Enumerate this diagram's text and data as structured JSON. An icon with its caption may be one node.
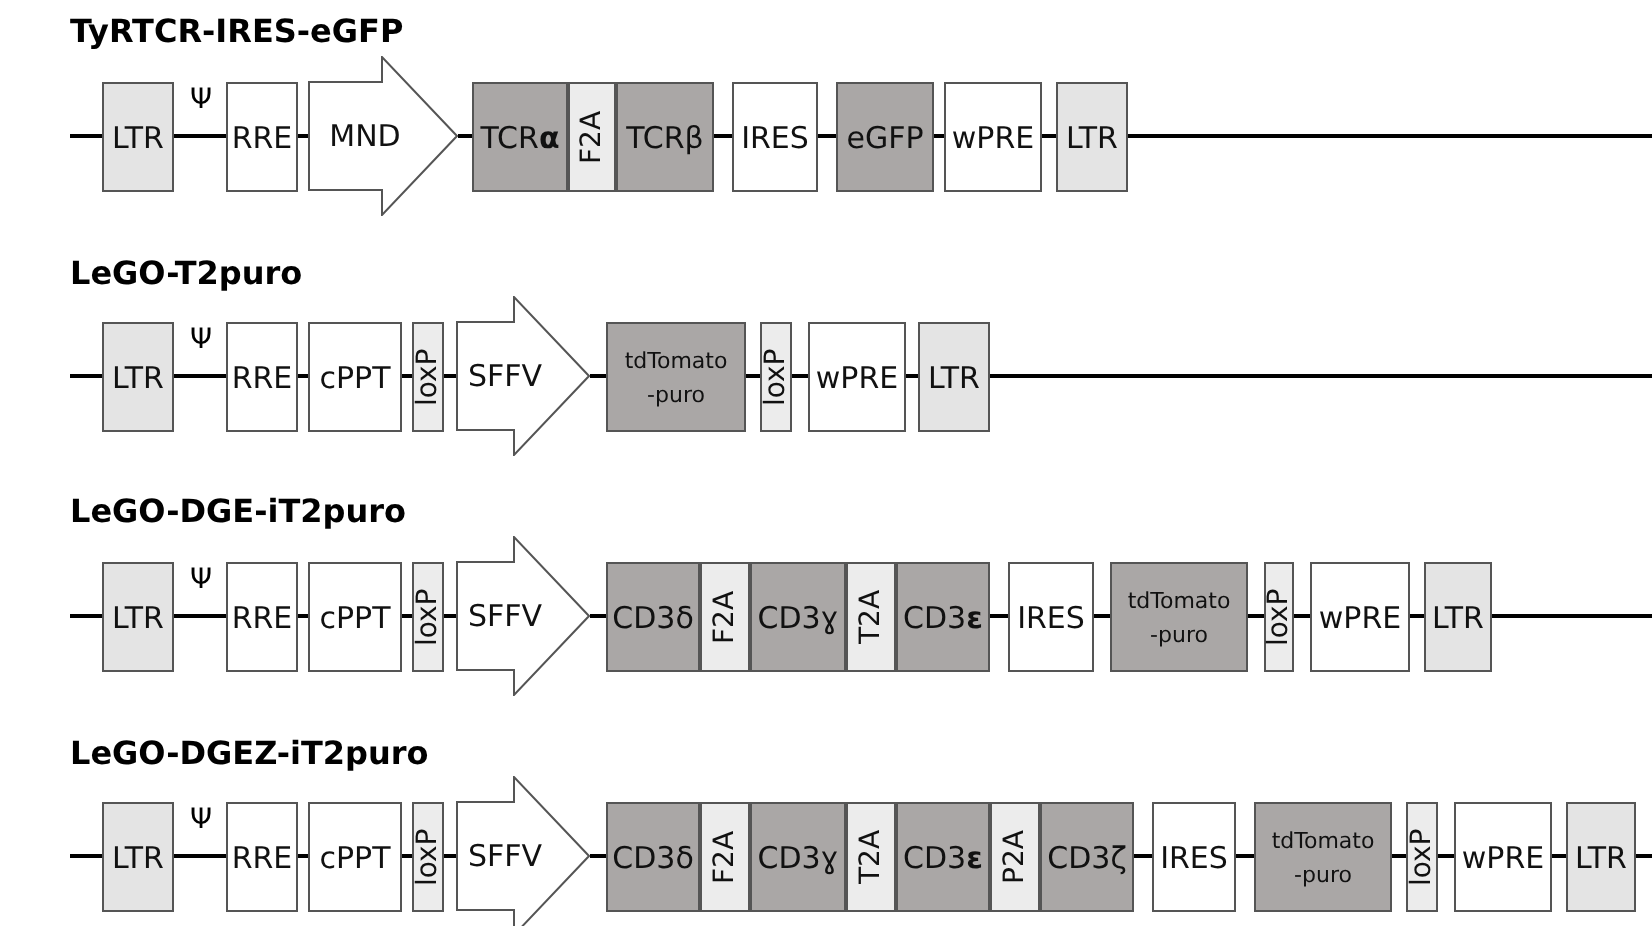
{
  "diagram": {
    "nodes": [
      {
        "text": [
          "LTR"
        ]
      },
      {
        "text": [
          "RRE"
        ]
      },
      {
        "text": [
          "MND"
        ]
      },
      {
        "text": [
          "TCR**α**"
        ]
      },
      {
        "text": [
          "F2A"
        ]
      },
      {
        "text": [
          "TCRβ"
        ]
      },
      {
        "text": [
          "IRES"
        ]
      },
      {
        "text": [
          "eGFP"
        ]
      },
      {
        "text": [
          "wPRE"
        ]
      },
      {
        "text": [
          "LTR"
        ]
      },
      {
        "text": [
          "LTR"
        ]
      },
      {
        "text": [
          "RRE"
        ]
      },
      {
        "text": [
          "cPPT"
        ]
      },
      {
        "text": [
          "loxP"
        ]
      },
      {
        "text": [
          "SFFV"
        ]
      },
      {
        "text": [
          "tdTomato -puro"
        ]
      },
      {
        "text": [
          "loxP"
        ]
      },
      {
        "text": [
          "wPRE"
        ]
      },
      {
        "text": [
          "LTR"
        ]
      },
      {
        "text": [
          "LTR"
        ]
      },
      {
        "text": [
          "RRE"
        ]
      },
      {
        "text": [
          "cPPT"
        ]
      },
      {
        "text": [
          "loxP"
        ]
      },
      {
        "text": [
          "SFFV"
        ]
      },
      {
        "text": [
          "CD3δ"
        ]
      },
      {
        "text": [
          "F2A"
        ]
      },
      {
        "text": [
          "CD3ɣ"
        ]
      },
      {
        "text": [
          "T2A"
        ]
      },
      {
        "text": [
          "CD3**ε**"
        ]
      },
      {
        "text": [
          "IRES"
        ]
      },
      {
        "text": [
          "tdTomato -puro"
        ]
      },
      {
        "text": [
          "loxP"
        ]
      },
      {
        "text": [
          "wPRE"
        ]
      },
      {
        "text": [
          "LTR"
        ]
      },
      {
        "text": [
          "LTR"
        ]
      },
      {
        "text": [
          "RRE"
        ]
      },
      {
        "text": [
          "cPPT"
        ]
      },
      {
        "text": [
          "loxP"
        ]
      },
      {
        "text": [
          "SFFV"
        ]
      },
      {
        "text": [
          "CD3δ"
        ]
      },
      {
        "text": [
          "F2A"
        ]
      },
      {
        "text": [
          "CD3ɣ"
        ]
      },
      {
        "text": [
          "T2A"
        ]
      },
      {
        "text": [
          "CD3**ε**"
        ]
      },
      {
        "text": [
          "P2A"
        ]
      },
      {
        "text": [
          "CD3ζ"
        ]
      },
      {
        "text": [
          "IRES"
        ]
      },
      {
        "text": [
          "tdTomato -puro"
        ]
      },
      {
        "text": [
          "loxP"
        ]
      },
      {
        "text": [
          "wPRE"
        ]
      },
      {
        "text": [
          "LTR"
        ]
      }
    ],
    "edges": [
      {
        "from": null,
        "to": 0,
        "arrow": "none"
      },
      {
        "from": 0,
        "to": 1,
        "arrow": "none",
        "label": "Ψ"
      },
      {
        "from": 1,
        "to": 2,
        "arrow": "none"
      },
      {
        "from": 2,
        "to": 3,
        "arrow": "none"
      },
      {
        "from": 5,
        "to": 6,
        "arrow": "none"
      },
      {
        "from": 6,
        "to": 7,
        "arrow": "none"
      },
      {
        "from": 7,
        "to": 8,
        "arrow": "none"
      },
      {
        "from": 8,
        "to": 9,
        "arrow": "none"
      },
      {
        "from": 9,
        "to": null,
        "arrow": "none"
      },
      {
        "from": null,
        "to": 10,
        "arrow": "none"
      },
      {
        "from": 10,
        "to": 11,
        "arrow": "none",
        "label": "Ψ"
      },
      {
        "from": 11,
        "to": 12,
        "arrow": "none"
      },
      {
        "from": 12,
        "to": 13,
        "arrow": "none"
      },
      {
        "from": 13,
        "to": 14,
        "arrow": "none"
      },
      {
        "from": 14,
        "to": 15,
        "arrow": "none"
      },
      {
        "from": 15,
        "to": 16,
        "arrow": "none"
      },
      {
        "from": 16,
        "to": 17,
        "arrow": "none"
      },
      {
        "from": 17,
        "to": 18,
        "arrow": "none"
      },
      {
        "from": 18,
        "to": null,
        "arrow": "none"
      },
      {
        "from": null,
        "to": 19,
        "arrow": "none"
      },
      {
        "from": 19,
        "to": 20,
        "arrow": "none",
        "label": "Ψ"
      },
      {
        "from": 20,
        "to": 21,
        "arrow": "none"
      },
      {
        "from": 21,
        "to": 22,
        "arrow": "none"
      },
      {
        "from": 22,
        "to": 23,
        "arrow": "none"
      },
      {
        "from": 23,
        "to": 24,
        "arrow": "none"
      },
      {
        "from": 28,
        "to": 29,
        "arrow": "none"
      },
      {
        "from": 29,
        "to": 30,
        "arrow": "none"
      },
      {
        "from": 30,
        "to": 31,
        "arrow": "none"
      },
      {
        "from": 31,
        "to": 32,
        "arrow": "none"
      },
      {
        "from": 32,
        "to": 33,
        "arrow": "none"
      },
      {
        "from": 33,
        "to": null,
        "arrow": "none"
      },
      {
        "from": null,
        "to": 34,
        "arrow": "none"
      },
      {
        "from": 34,
        "to": 35,
        "arrow": "none",
        "label": "Ψ"
      },
      {
        "from": 35,
        "to": 36,
        "arrow": "none"
      },
      {
        "from": 36,
        "to": 37,
        "arrow": "none"
      },
      {
        "from": 37,
        "to": 38,
        "arrow": "none"
      },
      {
        "from": 38,
        "to": 39,
        "arrow": "none"
      },
      {
        "from": 45,
        "to": 46,
        "arrow": "none"
      },
      {
        "from": 46,
        "to": 47,
        "arrow": "none"
      },
      {
        "from": 47,
        "to": 48,
        "arrow": "none"
      },
      {
        "from": 48,
        "to": 49,
        "arrow": "none"
      },
      {
        "from": 49,
        "to": 50,
        "arrow": "none"
      },
      {
        "from": 50,
        "to": null,
        "arrow": "none"
      }
    ],
    "labels": [
      "TyRTCR-IRES-eGFP",
      "LeGO-T2puro",
      "LeGO-DGE-iT2puro",
      "LeGO-DGEZ-iT2puro"
    ]
  }
}
